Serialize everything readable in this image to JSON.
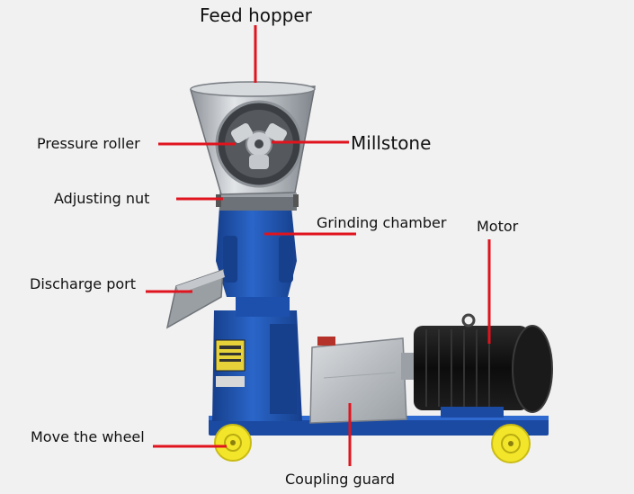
{
  "labels": {
    "feed_hopper": "Feed hopper",
    "pressure_roller": "Pressure roller",
    "millstone": "Millstone",
    "adjusting_nut": "Adjusting nut",
    "grinding_chamber": "Grinding chamber",
    "motor": "Motor",
    "discharge_port": "Discharge port",
    "move_the_wheel": "Move the wheel",
    "coupling_guard": "Coupling guard"
  },
  "colors": {
    "background": "#f1f1f1",
    "machine_blue": "#1f55b5",
    "leader_line": "#e0141e",
    "motor_black": "#141414",
    "steel": "#b9bdc2",
    "wheel_yellow": "#f3e52a"
  }
}
